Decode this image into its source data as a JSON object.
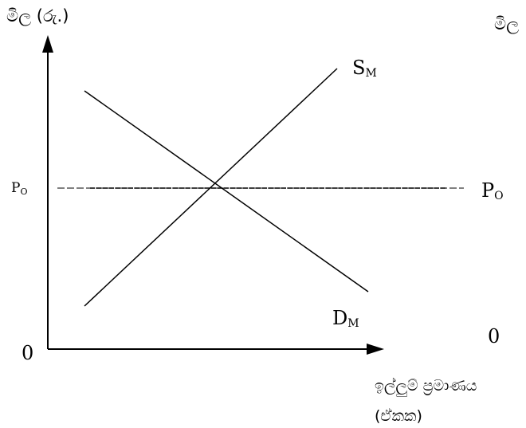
{
  "axes": {
    "y_label": "මිල (රු.)",
    "y_label_cut": "මිල",
    "x_label_line1": "ඉල්ලුම් ප්‍රමාණය",
    "x_label_line2": "(ඒකක)",
    "origin": "0",
    "zero_right": "0"
  },
  "curves": {
    "supply": {
      "main": "S",
      "sub": "M"
    },
    "demand": {
      "main": "D",
      "sub": "M"
    }
  },
  "price_line": {
    "main": "P",
    "sub": "O"
  }
}
